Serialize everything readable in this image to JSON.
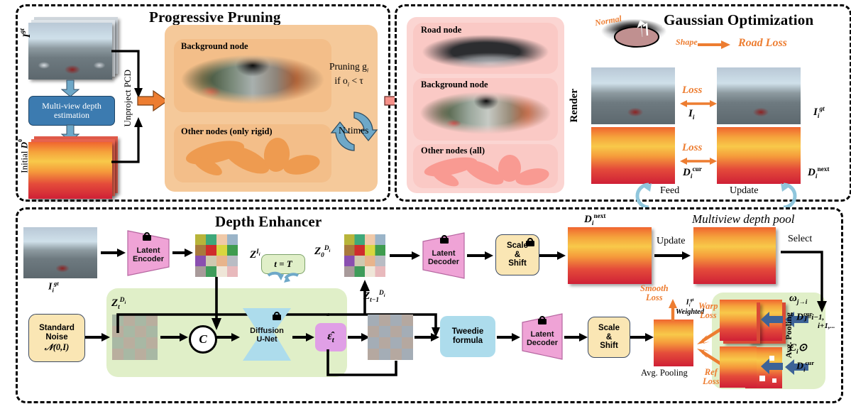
{
  "figure": {
    "panels": [
      {
        "id": "progressive-pruning",
        "title": "Progressive Pruning"
      },
      {
        "id": "gaussian-optimization",
        "title": "Gaussian Optimization"
      },
      {
        "id": "depth-enhancer",
        "title": "Depth Enhancer"
      }
    ]
  },
  "pruning": {
    "title": "Progressive Pruning",
    "input_image_label": "I^gt",
    "input_image_label_plain": "I",
    "input_image_sup": "gt",
    "depth_label_prefix": "Initial ",
    "depth_label_sym": "D",
    "depth_label_sup": "0",
    "module_box": "Multi-view depth estimation",
    "module_line1": "Multi-view depth",
    "module_line2": "estimation",
    "unproject_label": "Unproject PCD",
    "cards": [
      {
        "label": "Background node"
      },
      {
        "label": "Other nodes (only rigid)"
      }
    ],
    "prune_rule_line1": "Pruning g",
    "prune_rule_line1_sub": "i",
    "prune_rule_line2_pre": "if o",
    "prune_rule_line2_sub": "i",
    "prune_rule_line2_post": " < τ",
    "loop_label": "N times"
  },
  "gaussian": {
    "title": "Gaussian Optimization",
    "cards": [
      {
        "label": "Road node"
      },
      {
        "label": "Background node"
      },
      {
        "label": "Other nodes (all)"
      }
    ],
    "normal_label": "Normal",
    "shape_label": "Shape",
    "road_loss_label": "Road Loss",
    "render_label": "Render",
    "loss_label_top": "Loss",
    "loss_label_bottom": "Loss",
    "render_img_label": "I",
    "render_img_sub": "i",
    "gt_img_label": "I",
    "gt_img_sub": "i",
    "gt_img_sup": "gt",
    "depth_cur_label": "D",
    "depth_cur_sub": "i",
    "depth_cur_sup": "cur",
    "depth_next_label": "D",
    "depth_next_sub": "i",
    "depth_next_sup": "next",
    "feed_label": "Feed",
    "update_label": "Update"
  },
  "enhancer": {
    "title": "Depth Enhancer",
    "input_label": "I",
    "input_sub": "i",
    "input_sup": "gt",
    "latent_encoder": "Latent Encoder",
    "latent_encoder_l1": "Latent",
    "latent_encoder_l2": "Encoder",
    "z_image_label": "Z",
    "z_image_sup": "I",
    "z_image_sup_sub": "i",
    "timestep_label": "t = T",
    "z0_label": "Z",
    "z0_sub": "0",
    "z0_sup": "D",
    "z0_sup_sub": "i",
    "latent_decoder_top": "Latent Decoder",
    "latent_decoder_l1": "Latent",
    "latent_decoder_l2": "Decoder",
    "scale_shift_l1": "Scale",
    "scale_shift_l2": "&",
    "scale_shift_l3": "Shift",
    "standard_noise_l1": "Standard",
    "standard_noise_l2": "Noise",
    "standard_noise_l3": "𝒩(0,I)",
    "zt_label": "Z",
    "zt_sub": "t",
    "zt_sup": "D",
    "zt_sup_sub": "i",
    "concat_label": "C",
    "unet_l1": "Diffusion",
    "unet_l2": "U-Net",
    "eps_label": "ɛ̂",
    "eps_sub": "t",
    "zt1_label": "Z",
    "zt1_sub": "t−1",
    "zt1_sup": "D",
    "zt1_sup_sub": "i",
    "tweedie_l1": "Tweedie",
    "tweedie_l2": "formula",
    "dnext_label": "D",
    "dnext_sub": "i",
    "dnext_sup": "next",
    "pool_title": "Multiview depth pool",
    "update_label": "Update",
    "select_label": "Select",
    "smooth_loss_l1": "Smooth",
    "smooth_loss_l2": "Loss",
    "weighted_l1": "I",
    "weighted_l1_sub": "i",
    "weighted_l1_sup": "gt",
    "weighted_l2": "Weighted",
    "avg_pooling_label": "Avg. Pooling",
    "warp_loss_l1": "Warp",
    "warp_loss_l2": "Loss",
    "ref_loss_l1": "Ref",
    "ref_loss_l2": "Loss",
    "omega_label": "ω",
    "omega_sub": "j→i",
    "ci_label": "C",
    "ci_sub": "i",
    "ci_op": "⊙",
    "avg_pooling_vert": "Avg. Pooling",
    "dcur_j_label": "D",
    "dcur_j_sup": "cur",
    "dcur_j_sub1": "j=i−1,",
    "dcur_j_sub2": "i+1,...",
    "dcur_i_label": "D",
    "dcur_i_sub": "i",
    "dcur_i_sup": "cur",
    "lock_icon": "lock-icon"
  },
  "colors": {
    "orange_card": "#F5C99A",
    "orange_card_inner": "#F3BE89",
    "orange_accent": "#ED7D31",
    "pink_card": "#FBD5D2",
    "pink_card_inner": "#FAC9C5",
    "pink_accent": "#F5918A",
    "blue_module": "#3C7BB0",
    "blue_arrow": "#6EA8C8",
    "blue_light": "#ADDCEC",
    "pink_trapezoid": "#EFA3D6",
    "yellow_box": "#FAE6B4",
    "green_region": "#E0EFC8",
    "purple_box": "#E09FE6",
    "dark_blue_arrow": "#3D6397",
    "black": "#000000"
  }
}
